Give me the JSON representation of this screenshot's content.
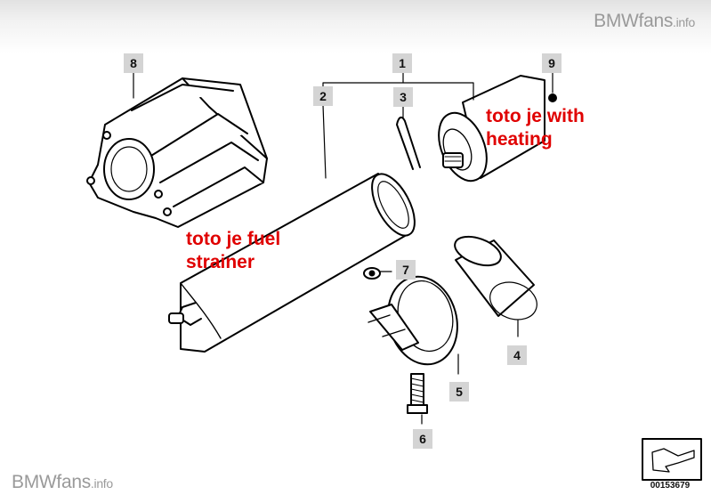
{
  "watermark": {
    "brand": "BMWfans",
    "suffix": ".info"
  },
  "callouts": [
    "1",
    "2",
    "3",
    "4",
    "5",
    "6",
    "7",
    "8",
    "9"
  ],
  "notes": {
    "heating": "toto je with\nheating",
    "strainer": "toto je fuel\nstrainer"
  },
  "diagram_id": "00153679",
  "colors": {
    "annotation": "#e00000",
    "callout_bg": "#d4d4d4",
    "watermark": "#9a9a9a"
  }
}
